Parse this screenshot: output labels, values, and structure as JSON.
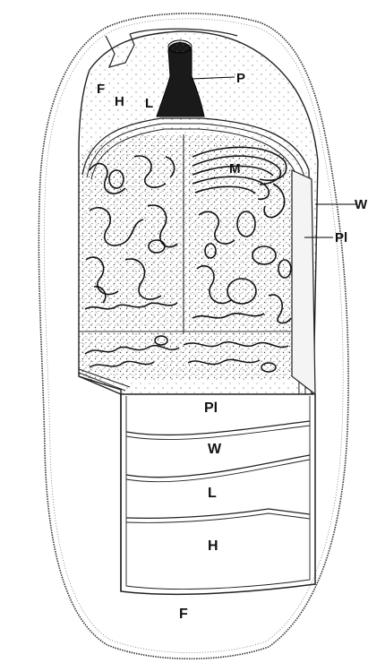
{
  "colors": {
    "ink": "#111111",
    "paper": "#ffffff",
    "stipple": "#555555"
  },
  "labels": {
    "fiber_top": "F",
    "hyaline_top": "H",
    "laminated_top": "L",
    "pore": "P",
    "medulla": "M",
    "wall_right": "W",
    "plasmalemma_right": "Pl",
    "plasmalemma_block": "Pl",
    "wall_block": "W",
    "laminated_block": "L",
    "hyaline_block": "H",
    "fiber_bottom": "F"
  }
}
